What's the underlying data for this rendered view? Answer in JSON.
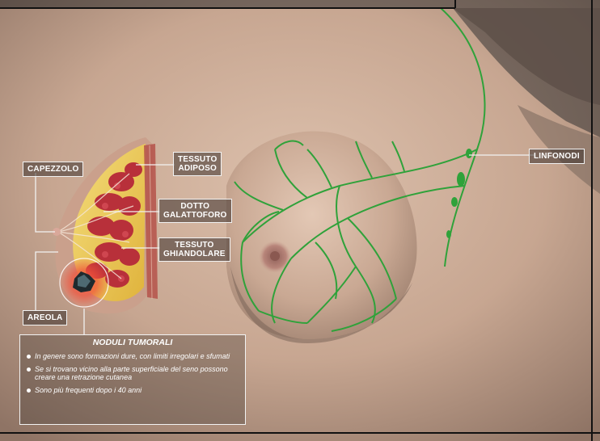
{
  "labels": {
    "capezzolo": "CAPEZZOLO",
    "tessuto_adiposo": [
      "TESSUTO",
      "ADIPOSO"
    ],
    "dotto_galattoforo": [
      "DOTTO",
      "GALATTOFORO"
    ],
    "tessuto_ghiandolare": [
      "TESSUTO",
      "GHIANDOLARE"
    ],
    "areola": "AREOLA",
    "linfonodi": "LINFONODI"
  },
  "info": {
    "title": "NODULI TUMORALI",
    "items": [
      "In genere sono formazioni dure, con limiti irregolari e sfumati",
      "Se si trovano vicino alla parte superficiale del seno possono creare una retrazione cutanea",
      "Sono più frequenti dopo i 40 anni"
    ]
  },
  "colors": {
    "skin": "#c9a893",
    "skin_shadow": "#7a6458",
    "background": "#6d5e55",
    "lymph": "#2fa23a",
    "gland": "#b8303a",
    "fat": "#e8c24a",
    "tumor_glow": "#f0503a",
    "label_border": "#f2f2f2"
  }
}
